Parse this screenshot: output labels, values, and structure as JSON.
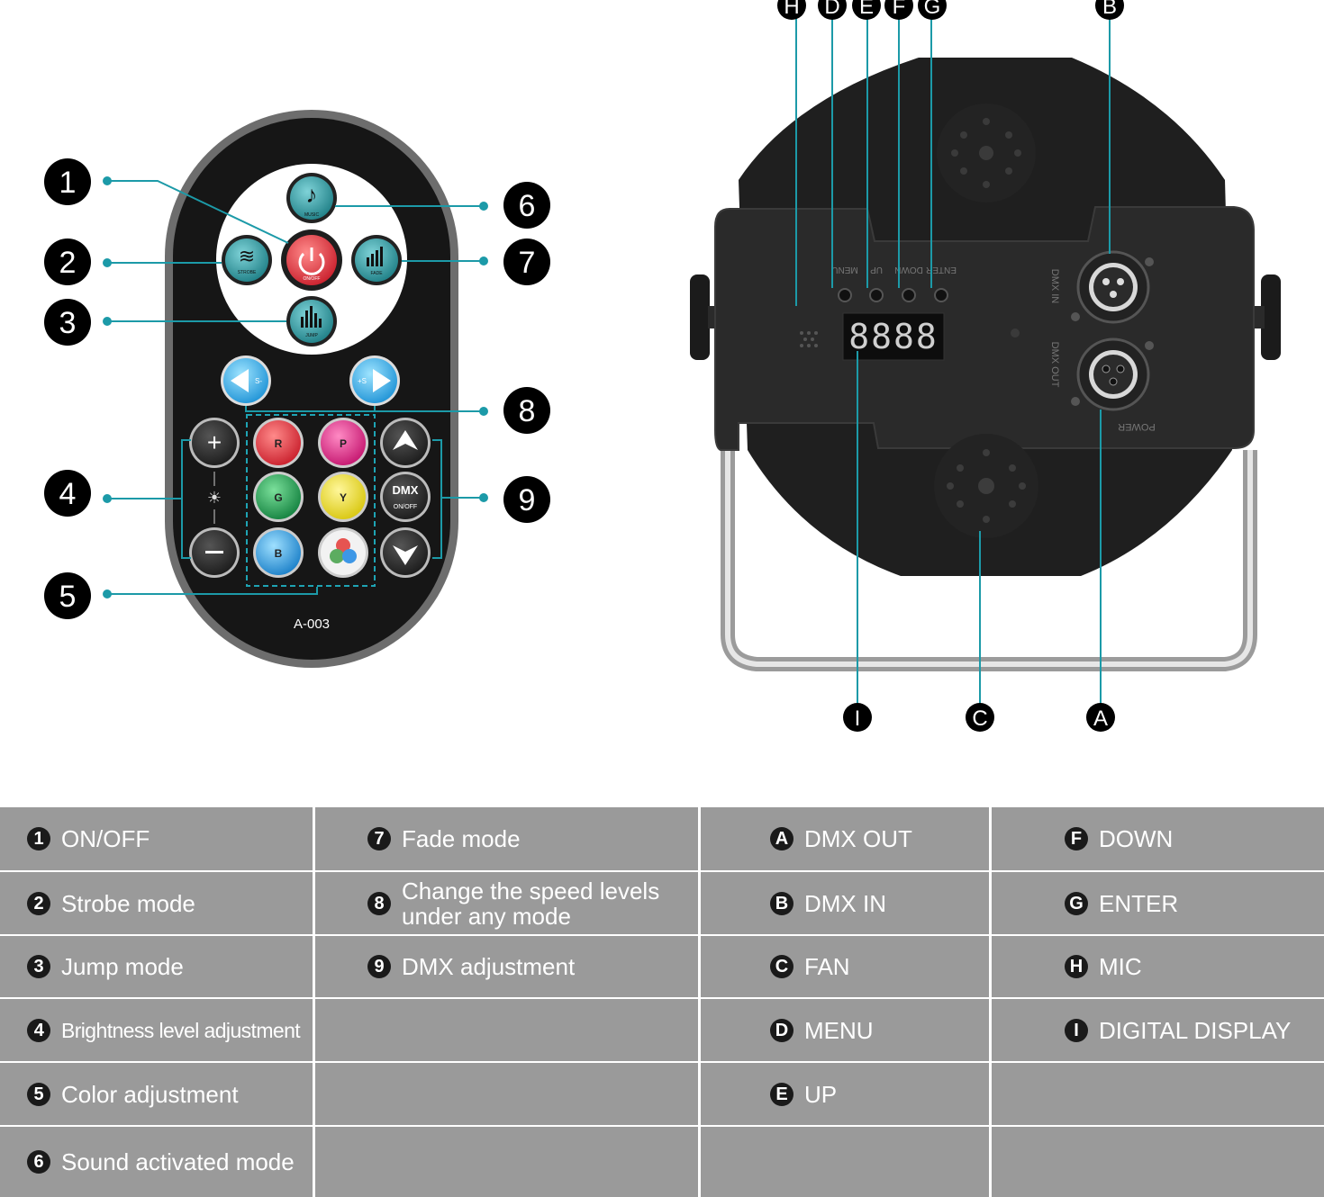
{
  "remote": {
    "model": "A-003",
    "buttons": {
      "music": "MUSIC",
      "strobe": "STROBE",
      "onoff": "ON/OFF",
      "fade": "FADE",
      "jump": "JUMP",
      "speed_down": "S-",
      "speed_up": "+S",
      "red": "R",
      "pink": "P",
      "green": "G",
      "yellow": "Y",
      "blue": "B",
      "dmx": "DMX",
      "dmx_sub": "ON/OFF"
    },
    "callouts": [
      "1",
      "2",
      "3",
      "4",
      "5",
      "6",
      "7",
      "8",
      "9"
    ]
  },
  "device": {
    "display": "8888",
    "panel_labels": {
      "menu": "MENU",
      "down": "DOWN",
      "up": "UP",
      "enter": "ENTER",
      "dmx_in": "DMX IN",
      "dmx_out": "DMX OUT",
      "power": "POWER"
    },
    "callouts_top": [
      "H",
      "D",
      "E",
      "F",
      "G",
      "B"
    ],
    "callouts_bottom": [
      "I",
      "C",
      "A"
    ]
  },
  "legend": {
    "col1": [
      {
        "badge": "1",
        "text": "ON/OFF"
      },
      {
        "badge": "2",
        "text": "Strobe mode"
      },
      {
        "badge": "3",
        "text": "Jump mode"
      },
      {
        "badge": "4",
        "text": "Brightness level adjustment"
      },
      {
        "badge": "5",
        "text": "Color adjustment"
      },
      {
        "badge": "6",
        "text": "Sound activated mode"
      }
    ],
    "col2": [
      {
        "badge": "7",
        "text": "Fade mode"
      },
      {
        "badge": "8",
        "text": "Change the speed levels under any mode"
      },
      {
        "badge": "9",
        "text": "DMX adjustment"
      }
    ],
    "col3": [
      {
        "badge": "A",
        "text": "DMX OUT"
      },
      {
        "badge": "B",
        "text": "DMX IN"
      },
      {
        "badge": "C",
        "text": "FAN"
      },
      {
        "badge": "D",
        "text": "MENU"
      },
      {
        "badge": "E",
        "text": "UP"
      }
    ],
    "col4": [
      {
        "badge": "F",
        "text": "DOWN"
      },
      {
        "badge": "G",
        "text": "ENTER"
      },
      {
        "badge": "H",
        "text": "MIC"
      },
      {
        "badge": "I",
        "text": "DIGITAL DISPLAY"
      }
    ]
  }
}
